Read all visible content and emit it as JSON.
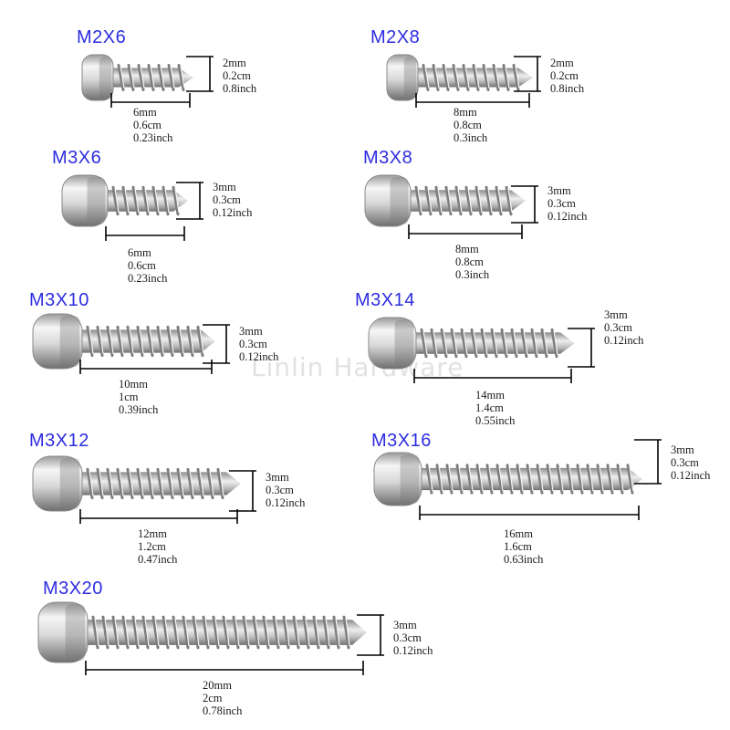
{
  "watermark": "Linlin Hardware",
  "colors": {
    "label": "#2d2de0",
    "dimension_line": "#000000",
    "metal_light": "#f2f2f2",
    "metal_dark": "#8a8a8a"
  },
  "screws": [
    {
      "name": "M2X6",
      "dia_mm": "2mm",
      "dia_cm": "0.2cm",
      "dia_inch": "0.8inch",
      "len_mm": "6mm",
      "len_cm": "0.6cm",
      "len_inch": "0.23inch",
      "diameter": 2,
      "length": 6
    },
    {
      "name": "M2X8",
      "dia_mm": "2mm",
      "dia_cm": "0.2cm",
      "dia_inch": "0.8inch",
      "len_mm": "8mm",
      "len_cm": "0.8cm",
      "len_inch": "0.3inch",
      "diameter": 2,
      "length": 8
    },
    {
      "name": "M3X6",
      "dia_mm": "3mm",
      "dia_cm": "0.3cm",
      "dia_inch": "0.12inch",
      "len_mm": "6mm",
      "len_cm": "0.6cm",
      "len_inch": "0.23inch",
      "diameter": 3,
      "length": 6
    },
    {
      "name": "M3X8",
      "dia_mm": "3mm",
      "dia_cm": "0.3cm",
      "dia_inch": "0.12inch",
      "len_mm": "8mm",
      "len_cm": "0.8cm",
      "len_inch": "0.3inch",
      "diameter": 3,
      "length": 8
    },
    {
      "name": "M3X10",
      "dia_mm": "3mm",
      "dia_cm": "0.3cm",
      "dia_inch": "0.12inch",
      "len_mm": "10mm",
      "len_cm": "1cm",
      "len_inch": "0.39inch",
      "diameter": 3,
      "length": 10
    },
    {
      "name": "M3X14",
      "dia_mm": "3mm",
      "dia_cm": "0.3cm",
      "dia_inch": "0.12inch",
      "len_mm": "14mm",
      "len_cm": "1.4cm",
      "len_inch": "0.55inch",
      "diameter": 3,
      "length": 14
    },
    {
      "name": "M3X12",
      "dia_mm": "3mm",
      "dia_cm": "0.3cm",
      "dia_inch": "0.12inch",
      "len_mm": "12mm",
      "len_cm": "1.2cm",
      "len_inch": "0.47inch",
      "diameter": 3,
      "length": 12
    },
    {
      "name": "M3X16",
      "dia_mm": "3mm",
      "dia_cm": "0.3cm",
      "dia_inch": "0.12inch",
      "len_mm": "16mm",
      "len_cm": "1.6cm",
      "len_inch": "0.63inch",
      "diameter": 3,
      "length": 16
    },
    {
      "name": "M3X20",
      "dia_mm": "3mm",
      "dia_cm": "0.3cm",
      "dia_inch": "0.12inch",
      "len_mm": "20mm",
      "len_cm": "2cm",
      "len_inch": "0.78inch",
      "diameter": 3,
      "length": 20
    }
  ]
}
